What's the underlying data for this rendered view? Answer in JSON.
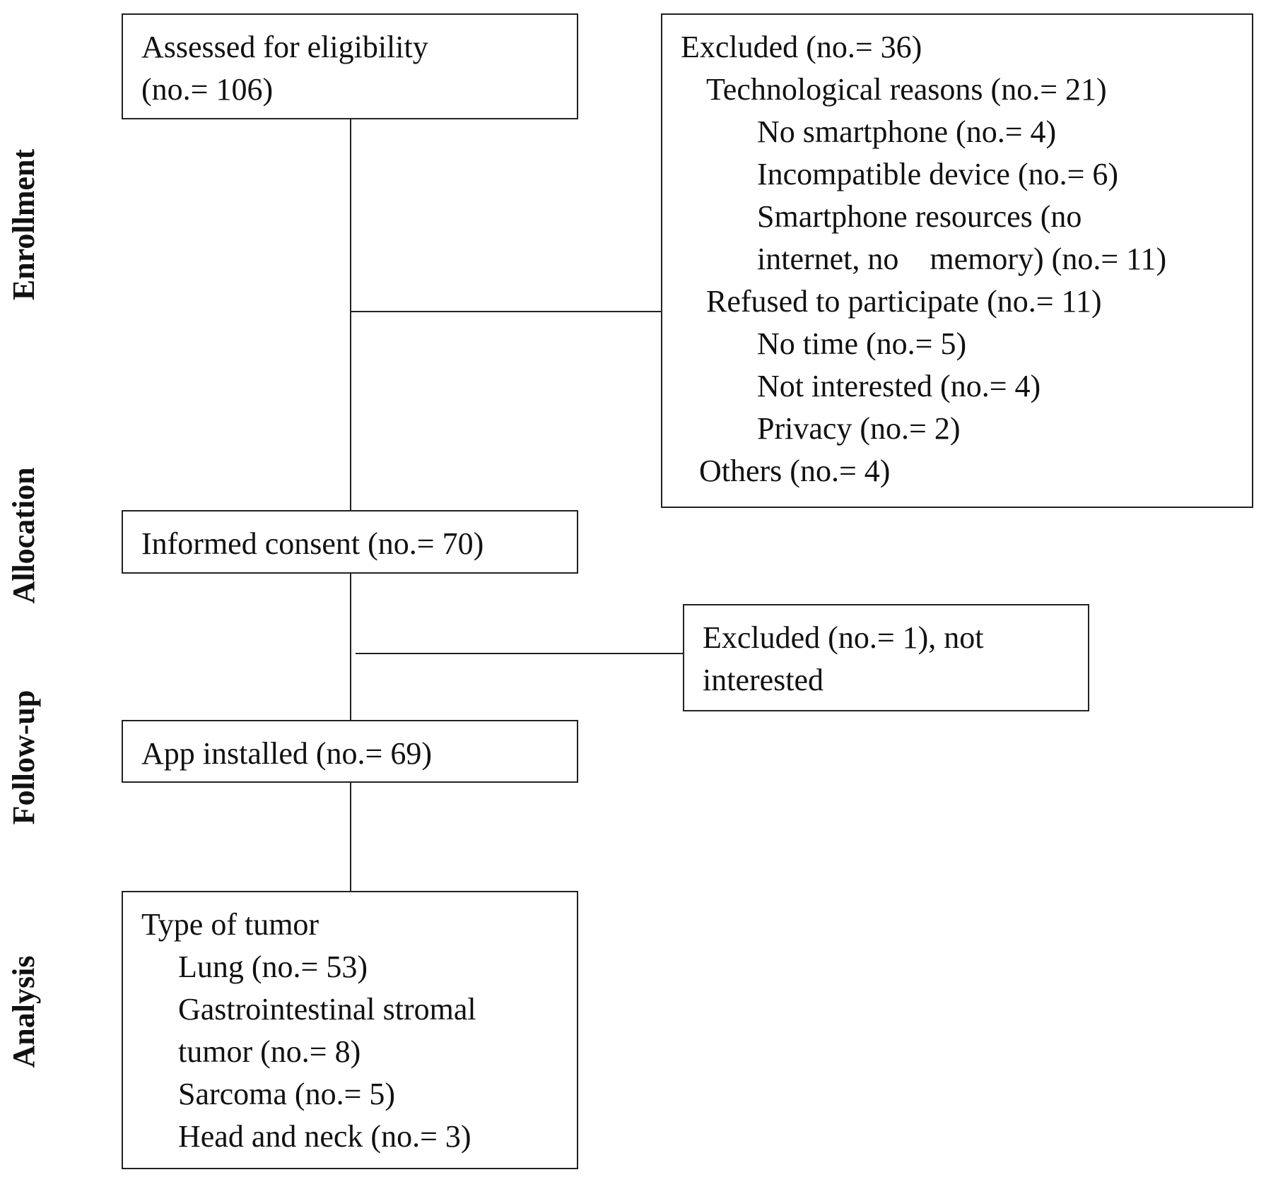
{
  "phases": [
    "Enrollment",
    "Allocation",
    "Follow-up",
    "Analysis"
  ],
  "assessed": {
    "lines": [
      "Assessed for eligibility",
      "(no.= 106)"
    ]
  },
  "excluded_main": {
    "title": "Excluded (no.= 36)",
    "technological": {
      "heading": "Technological reasons (no.= 21)",
      "items": [
        "No smartphone (no.= 4)",
        "Incompatible device (no.= 6)",
        "Smartphone resources (no",
        "internet, no    memory) (no.= 11)"
      ]
    },
    "refused": {
      "heading": "Refused to participate (no.= 11)",
      "items": [
        "No time (no.= 5)",
        "Not interested (no.= 4)",
        "Privacy (no.= 2)"
      ]
    },
    "others": "Others (no.= 4)"
  },
  "consent": "Informed consent (no.= 70)",
  "excluded_followup": {
    "lines": [
      "Excluded (no.= 1), not",
      "interested"
    ]
  },
  "installed": "App installed (no.= 69)",
  "tumor": {
    "heading": "Type of tumor",
    "items": [
      "Lung (no.= 53)",
      "Gastrointestinal stromal",
      "tumor (no.= 8)",
      "Sarcoma (no.= 5)",
      "Head and neck (no.= 3)"
    ]
  },
  "colors": {
    "line": "#222222",
    "text": "#111111",
    "background": "#ffffff"
  }
}
